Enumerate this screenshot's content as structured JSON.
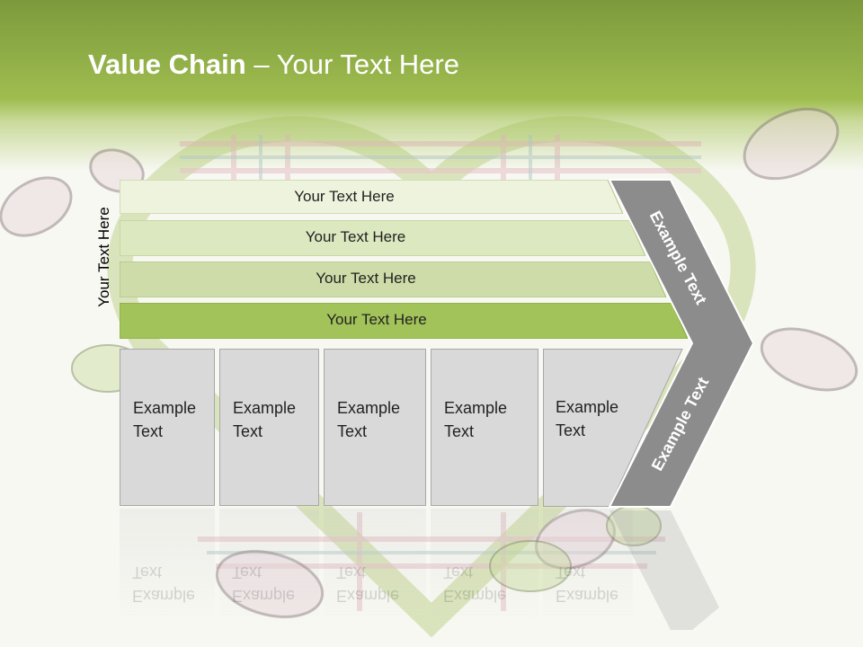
{
  "title": {
    "bold": "Value Chain",
    "rest": " – Your Text Here"
  },
  "side_label": "Your Text Here",
  "bands": [
    {
      "label": "Your Text Here"
    },
    {
      "label": "Your Text Here"
    },
    {
      "label": "Your Text Here"
    },
    {
      "label": "Your Text Here"
    }
  ],
  "columns": [
    {
      "label": "Example Text"
    },
    {
      "label": "Example Text"
    },
    {
      "label": "Example Text"
    },
    {
      "label": "Example Text"
    },
    {
      "label": "Example Text"
    }
  ],
  "chevron": {
    "upper_label": "Example Text",
    "lower_label": "Example Text"
  },
  "colors": {
    "header": "#9fbd4f",
    "band_light": "#eef3dd",
    "band_mid": "#dce8bf",
    "band_green": "#a2c25a",
    "chevron": "#8c8c8c",
    "column": "#d9d9d9"
  }
}
